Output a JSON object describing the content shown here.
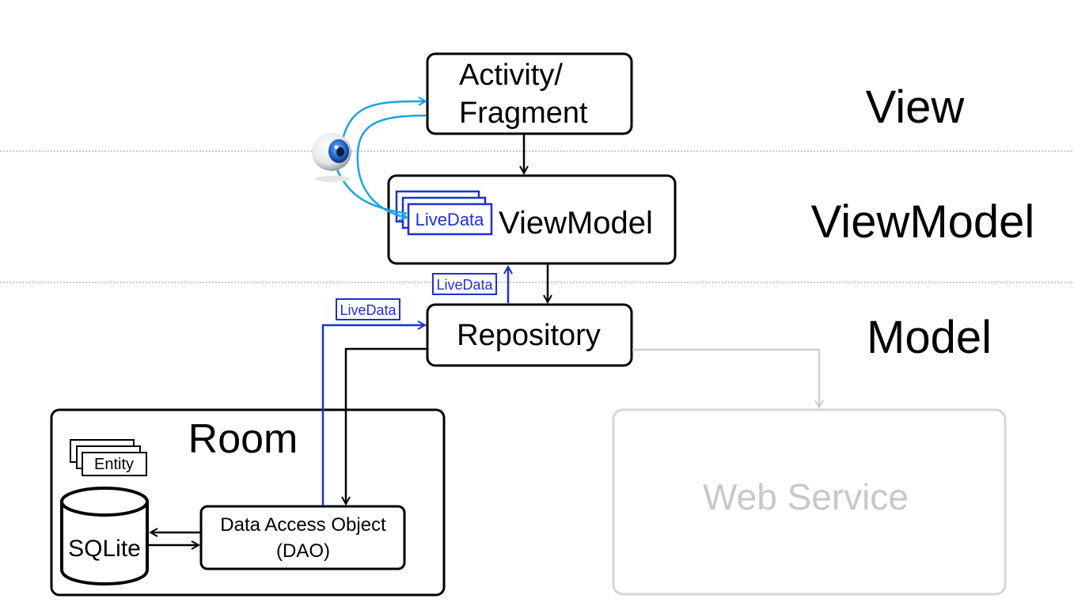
{
  "layers": {
    "view": "View",
    "viewmodel": "ViewModel",
    "model": "Model"
  },
  "boxes": {
    "activity_line1": "Activity/",
    "activity_line2": "Fragment",
    "viewmodel": "ViewModel",
    "livedata_stack": "LiveData",
    "repository": "Repository",
    "room": "Room",
    "entity": "Entity",
    "sqlite": "SQLite",
    "dao_line1": "Data Access Object",
    "dao_line2": "(DAO)",
    "web_service": "Web Service"
  },
  "tags": {
    "livedata_vm_repo": "LiveData",
    "livedata_dao_repo": "LiveData"
  },
  "colors": {
    "black": "#000000",
    "livedata_blue": "#1f2fd6",
    "observer_cyan": "#1aa3e8",
    "faded_gray": "#d0d0d0",
    "faded_text": "#c8c8c8",
    "divider": "#9a9a9a"
  },
  "icons": {
    "observer": "eye-icon"
  }
}
